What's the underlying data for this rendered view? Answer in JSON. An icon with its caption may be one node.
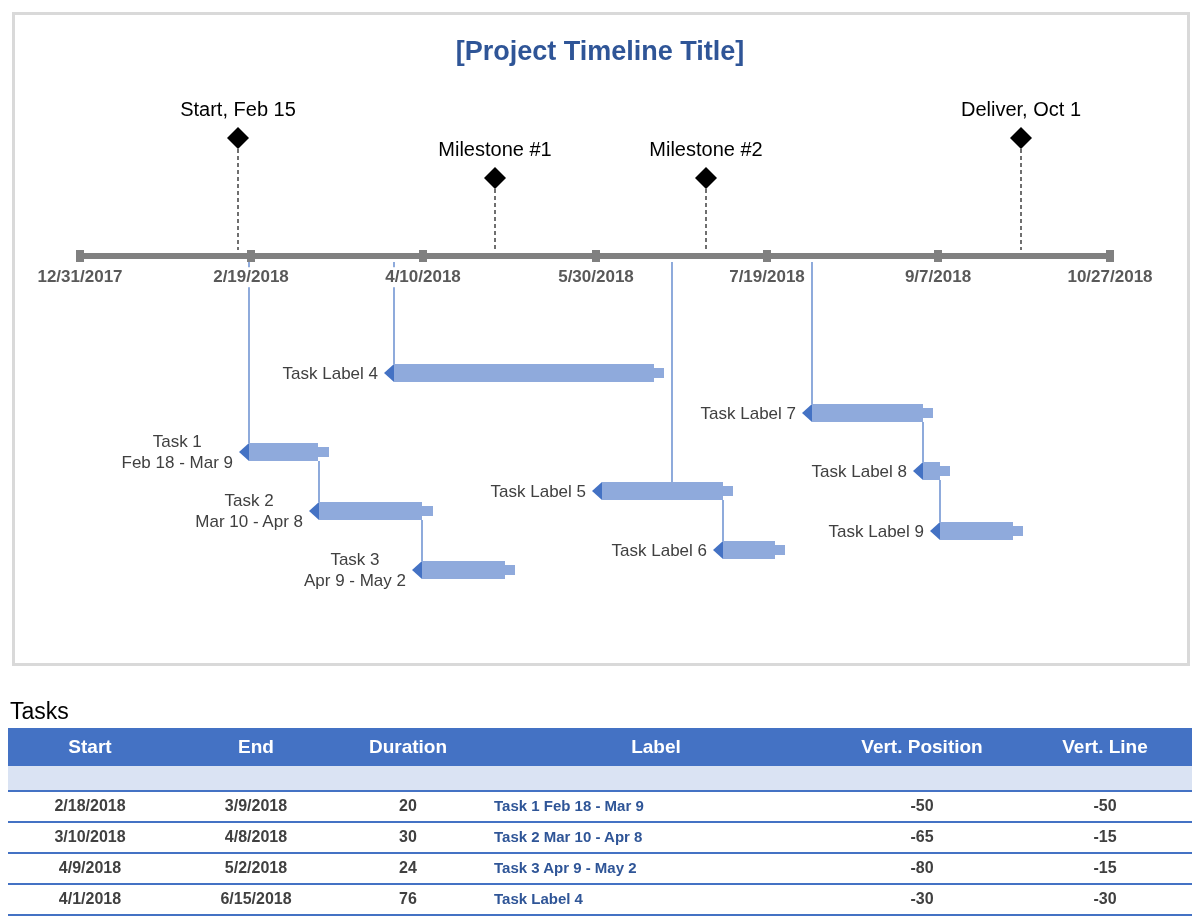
{
  "diagram": {
    "title": "[Project Timeline Title]",
    "nodes": [
      {
        "text": [],
        "shape": "diamond",
        "beside": [
          "Start, Feb 15"
        ]
      },
      {
        "text": [],
        "shape": "diamond",
        "beside": [
          "Milestone #1"
        ]
      },
      {
        "text": [],
        "shape": "diamond",
        "beside": [
          "Milestone #2"
        ]
      },
      {
        "text": [],
        "shape": "diamond",
        "beside": [
          "Deliver, Oct 1"
        ]
      },
      {
        "text": [
          "12/31/2017",
          "2/19/2018",
          "4/10/2018",
          "5/30/2018",
          "7/19/2018",
          "9/7/2018",
          "10/27/2018"
        ]
      },
      {
        "text": [],
        "shape": "bar",
        "beside": [
          "Task 1",
          "Feb 18 - Mar 9"
        ]
      },
      {
        "text": [],
        "shape": "bar",
        "beside": [
          "Task 2",
          "Mar 10 - Apr 8"
        ]
      },
      {
        "text": [],
        "shape": "bar",
        "beside": [
          "Task 3",
          "Apr 9 - May 2"
        ]
      },
      {
        "text": [],
        "shape": "bar",
        "beside": [
          "Task Label 4"
        ]
      },
      {
        "text": [],
        "shape": "bar",
        "beside": [
          "Task Label 5"
        ]
      },
      {
        "text": [],
        "shape": "bar",
        "beside": [
          "Task Label 6"
        ]
      },
      {
        "text": [],
        "shape": "bar",
        "beside": [
          "Task Label 7"
        ]
      },
      {
        "text": [],
        "shape": "bar",
        "beside": [
          "Task Label 8"
        ]
      },
      {
        "text": [],
        "shape": "bar",
        "beside": [
          "Task Label 9"
        ]
      }
    ],
    "edges": [
      {
        "from": 0,
        "to": 4,
        "arrow": "none",
        "style": "dashed",
        "color": "#404040"
      },
      {
        "from": 1,
        "to": 4,
        "arrow": "none",
        "style": "dashed",
        "color": "#404040"
      },
      {
        "from": 2,
        "to": 4,
        "arrow": "none",
        "style": "dashed",
        "color": "#404040"
      },
      {
        "from": 3,
        "to": 4,
        "arrow": "none",
        "style": "dashed",
        "color": "#404040"
      },
      {
        "from": 4,
        "to": 5,
        "arrow": "none"
      },
      {
        "from": 5,
        "to": 6,
        "arrow": "none"
      },
      {
        "from": 6,
        "to": 7,
        "arrow": "none"
      },
      {
        "from": 4,
        "to": 8,
        "arrow": "none"
      },
      {
        "from": 4,
        "to": 9,
        "arrow": "none"
      },
      {
        "from": 9,
        "to": 10,
        "arrow": "none"
      },
      {
        "from": 4,
        "to": 11,
        "arrow": "none"
      },
      {
        "from": 11,
        "to": 12,
        "arrow": "none"
      },
      {
        "from": 12,
        "to": 13,
        "arrow": "none"
      }
    ],
    "labels": [
      "Tasks",
      "Start",
      "End",
      "Duration",
      "Label",
      "Vert. Position",
      "Vert. Line",
      "2/18/2018",
      "3/9/2018",
      "20",
      "Task 1 Feb 18 - Mar 9",
      "-50",
      "-50",
      "3/10/2018",
      "4/8/2018",
      "30",
      "Task 2 Mar 10 - Apr 8",
      "-65",
      "-15",
      "4/9/2018",
      "5/2/2018",
      "24",
      "Task 3 Apr 9 - May 2",
      "-80",
      "-15",
      "4/1/2018",
      "6/15/2018",
      "76",
      "Task Label 4",
      "-30",
      "-30"
    ]
  }
}
